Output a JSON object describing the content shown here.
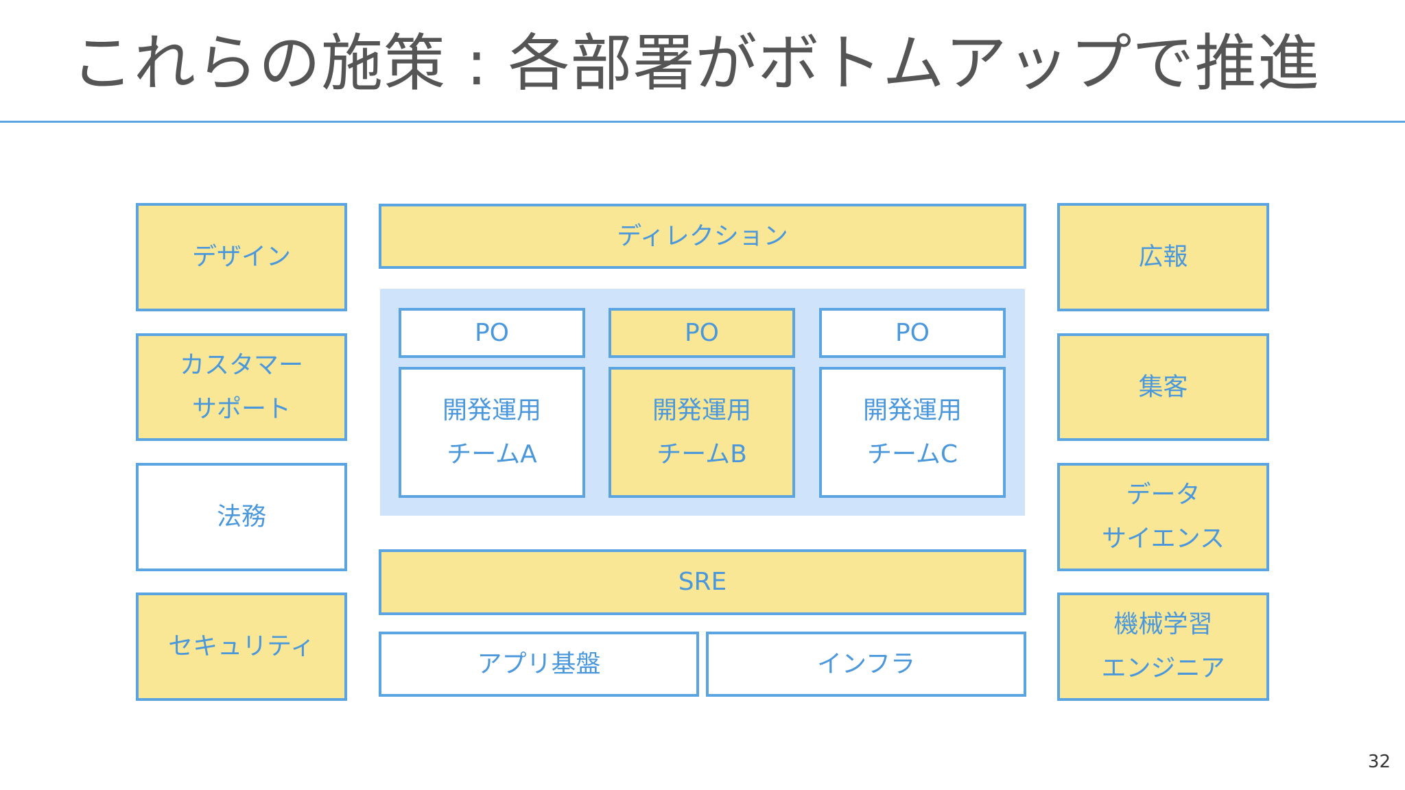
{
  "slide": {
    "title": "これらの施策 : 各部署がボトムアップで推進",
    "page_number": "32"
  },
  "left_column": [
    {
      "lines": [
        "デザイン"
      ],
      "highlight": true
    },
    {
      "lines": [
        "カスタマー",
        "サポート"
      ],
      "highlight": true
    },
    {
      "lines": [
        "法務"
      ],
      "highlight": false
    },
    {
      "lines": [
        "セキュリティ"
      ],
      "highlight": true
    }
  ],
  "center": {
    "top_bar": {
      "label": "ディレクション",
      "highlight": true
    },
    "teams": [
      {
        "po_label": "PO",
        "team_lines": [
          "開発運用",
          "チームA"
        ],
        "highlight": false
      },
      {
        "po_label": "PO",
        "team_lines": [
          "開発運用",
          "チームB"
        ],
        "highlight": true
      },
      {
        "po_label": "PO",
        "team_lines": [
          "開発運用",
          "チームC"
        ],
        "highlight": false
      }
    ],
    "sre_bar": {
      "label": "SRE",
      "highlight": true
    },
    "bottom_boxes": [
      {
        "label": "アプリ基盤",
        "highlight": false
      },
      {
        "label": "インフラ",
        "highlight": false
      }
    ]
  },
  "right_column": [
    {
      "lines": [
        "広報"
      ],
      "highlight": true
    },
    {
      "lines": [
        "集客"
      ],
      "highlight": true
    },
    {
      "lines": [
        "データ",
        "サイエンス"
      ],
      "highlight": true
    },
    {
      "lines": [
        "機械学習",
        "エンジニア"
      ],
      "highlight": true
    }
  ],
  "colors": {
    "highlight_fill": "#f9e795",
    "border": "#5aa4e2",
    "text": "#4a97db",
    "team_panel": "#cfe3fa",
    "title_rule": "#5aa4e2"
  }
}
